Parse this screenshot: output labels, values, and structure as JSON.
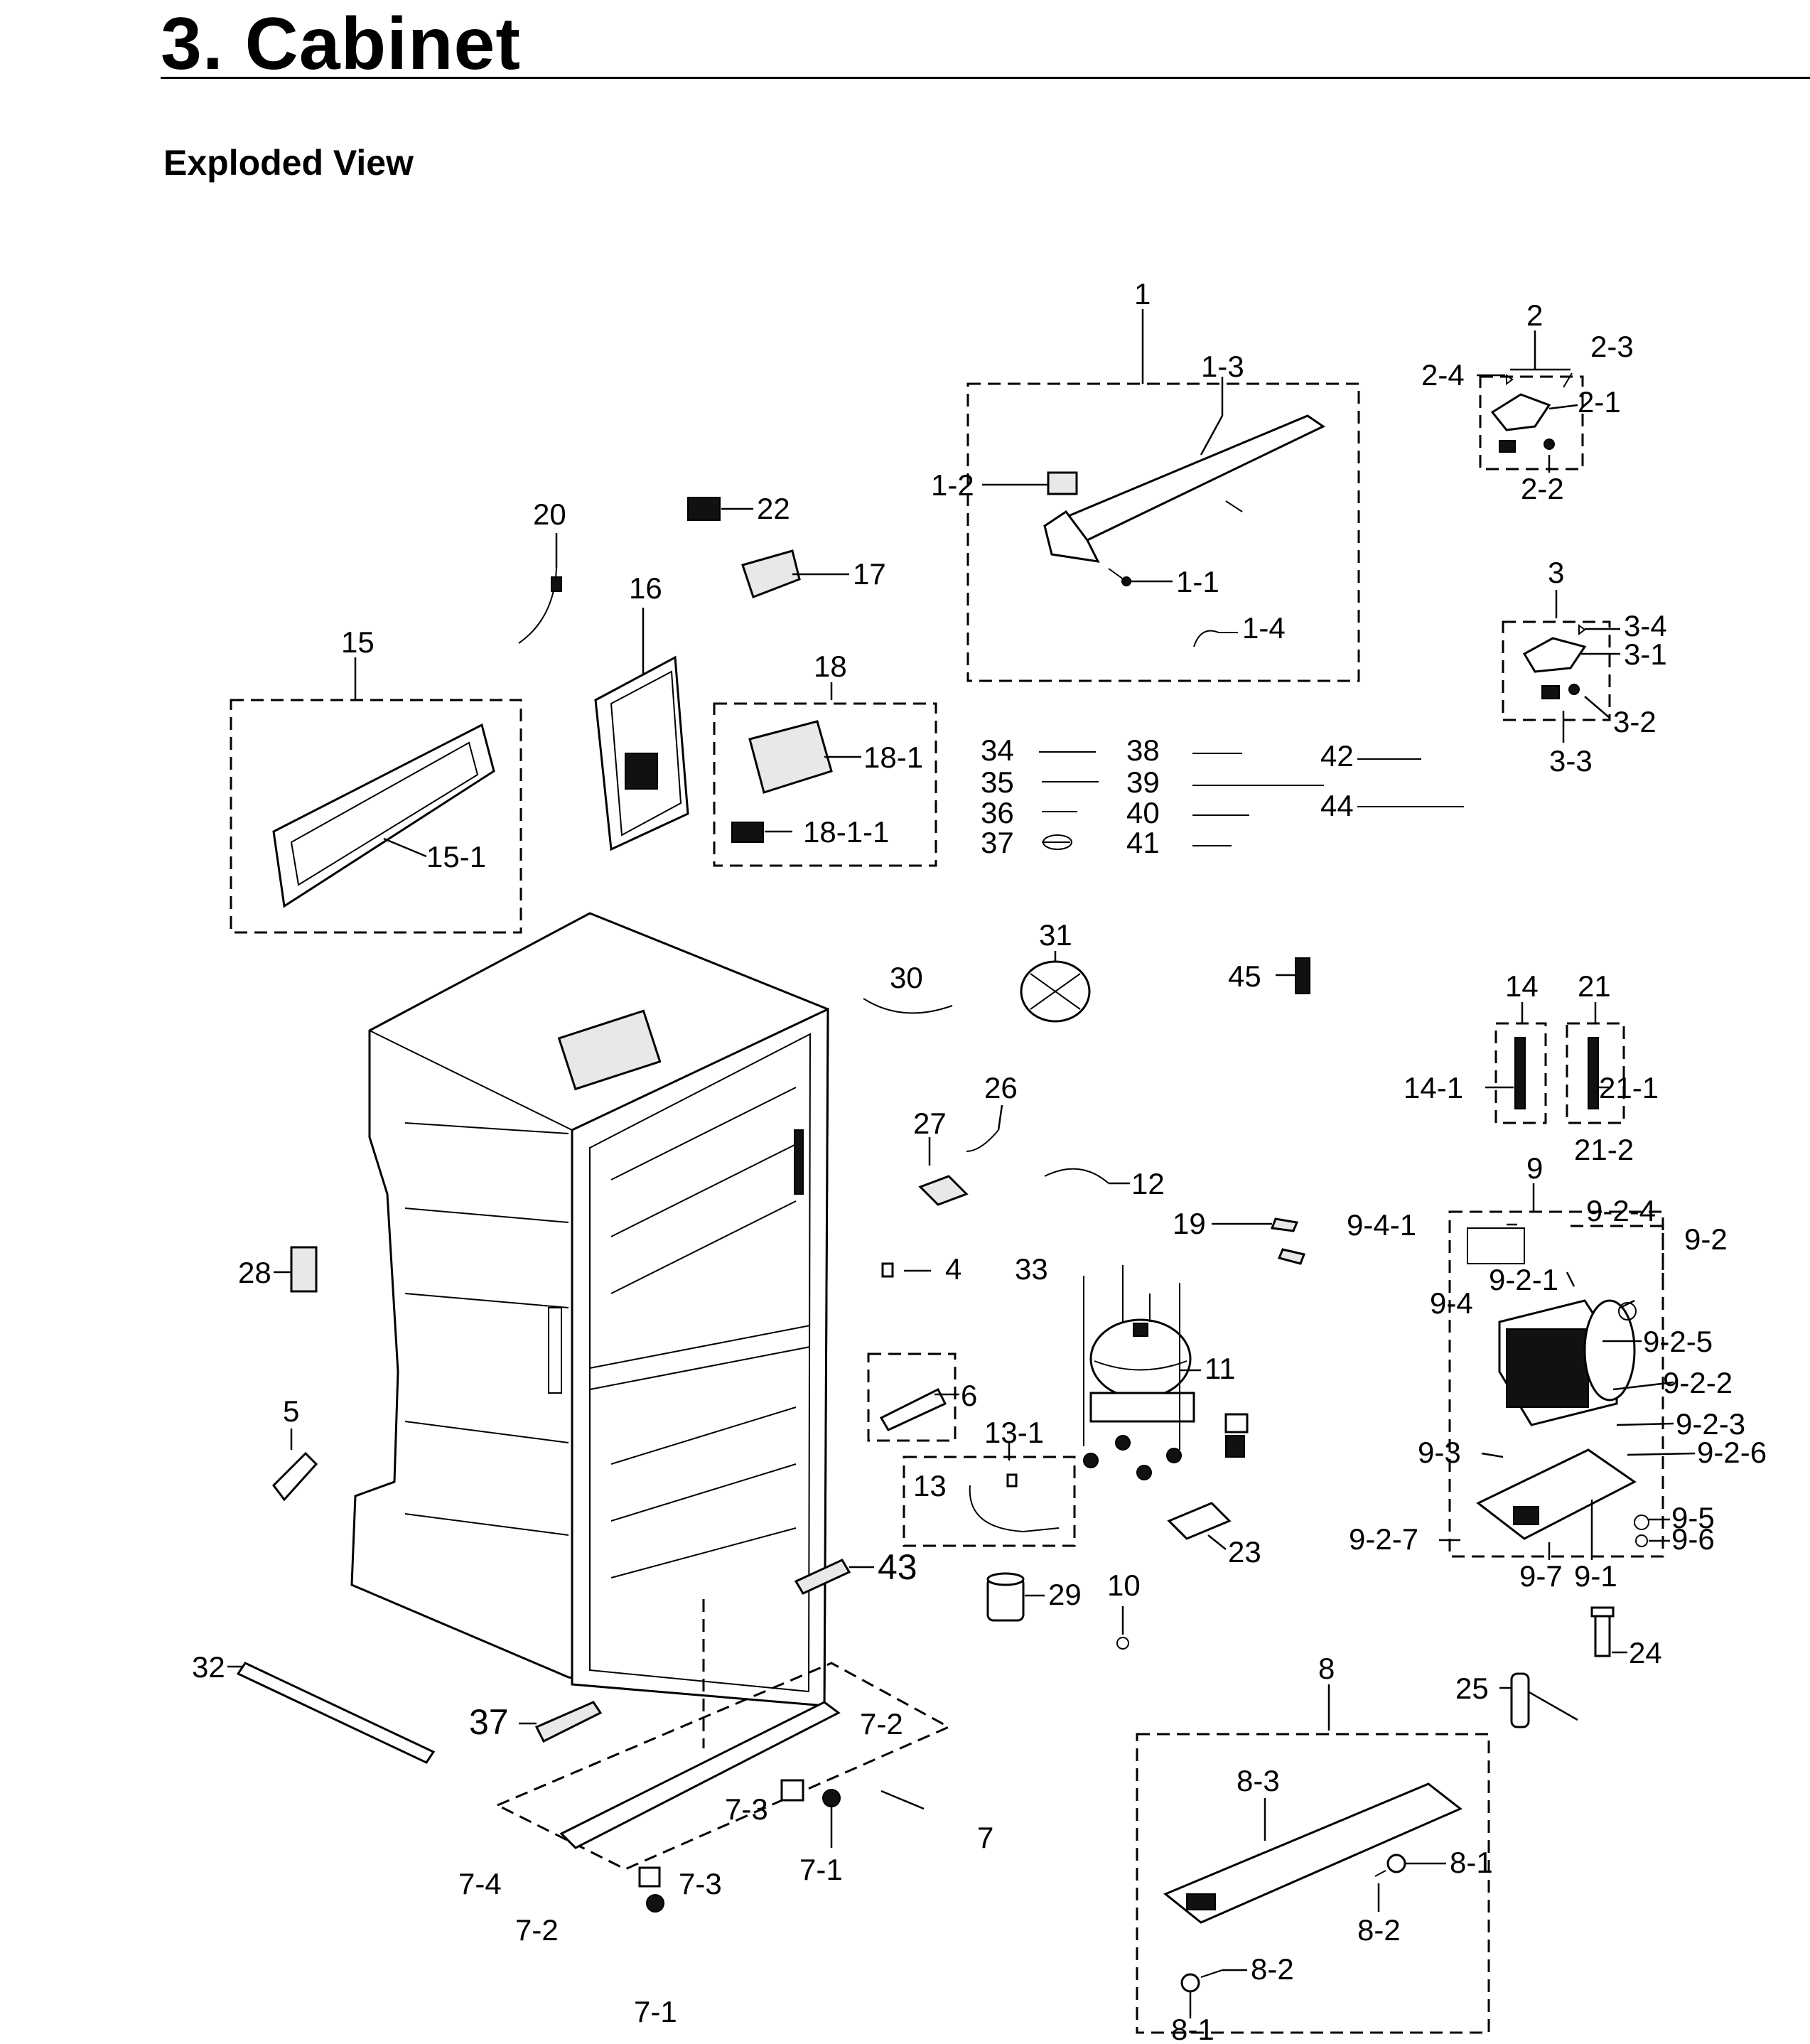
{
  "header": {
    "title": "3. Cabinet",
    "section": "Exploded View"
  },
  "callouts": {
    "c1": "1",
    "c1_1": "1-1",
    "c1_2": "1-2",
    "c1_3": "1-3",
    "c1_4": "1-4",
    "c2": "2",
    "c2_1": "2-1",
    "c2_2": "2-2",
    "c2_3": "2-3",
    "c2_4": "2-4",
    "c3": "3",
    "c3_1": "3-1",
    "c3_2": "3-2",
    "c3_3": "3-3",
    "c3_4": "3-4",
    "c4": "4",
    "c5": "5",
    "c6": "6",
    "c7": "7",
    "c7_1a": "7-1",
    "c7_1b": "7-1",
    "c7_2a": "7-2",
    "c7_2b": "7-2",
    "c7_3a": "7-3",
    "c7_3b": "7-3",
    "c7_4": "7-4",
    "c8": "8",
    "c8_1a": "8-1",
    "c8_1b": "8-1",
    "c8_2a": "8-2",
    "c8_2b": "8-2",
    "c8_3": "8-3",
    "c9": "9",
    "c9_1": "9-1",
    "c9_2": "9-2",
    "c9_2_1": "9-2-1",
    "c9_2_2": "9-2-2",
    "c9_2_3": "9-2-3",
    "c9_2_4": "9-2-4",
    "c9_2_5": "9-2-5",
    "c9_2_6": "9-2-6",
    "c9_2_7": "9-2-7",
    "c9_3": "9-3",
    "c9_4": "9-4",
    "c9_4_1": "9-4-1",
    "c9_5": "9-5",
    "c9_6": "9-6",
    "c9_7": "9-7",
    "c10": "10",
    "c11": "11",
    "c12": "12",
    "c13": "13",
    "c13_1": "13-1",
    "c14": "14",
    "c14_1": "14-1",
    "c15": "15",
    "c15_1": "15-1",
    "c16": "16",
    "c17": "17",
    "c18": "18",
    "c18_1": "18-1",
    "c18_1_1": "18-1-1",
    "c19": "19",
    "c20": "20",
    "c21": "21",
    "c21_1": "21-1",
    "c21_2": "21-2",
    "c22": "22",
    "c23": "23",
    "c24": "24",
    "c25": "25",
    "c26": "26",
    "c27": "27",
    "c28": "28",
    "c29": "29",
    "c30": "30",
    "c31": "31",
    "c32": "32",
    "c33": "33",
    "c34": "34",
    "c35": "35",
    "c36": "36",
    "c37a": "37",
    "c37b": "37",
    "c38": "38",
    "c39": "39",
    "c40": "40",
    "c41": "41",
    "c42": "42",
    "c43": "43",
    "c44": "44",
    "c45": "45"
  }
}
